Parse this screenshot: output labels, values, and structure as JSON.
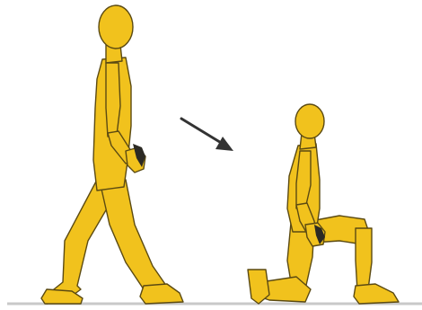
{
  "illustration": {
    "figures": [
      {
        "pose": "walking-standing"
      },
      {
        "pose": "kneeling-lunge"
      }
    ],
    "arrow": {
      "direction": "down-right"
    },
    "colors": {
      "figure_fill": "#f1c21d",
      "figure_outline": "#5b4a12",
      "hand_dark": "#2c2a24",
      "ground": "#c9c9c9",
      "arrow": "#333333",
      "background": "#ffffff"
    }
  }
}
